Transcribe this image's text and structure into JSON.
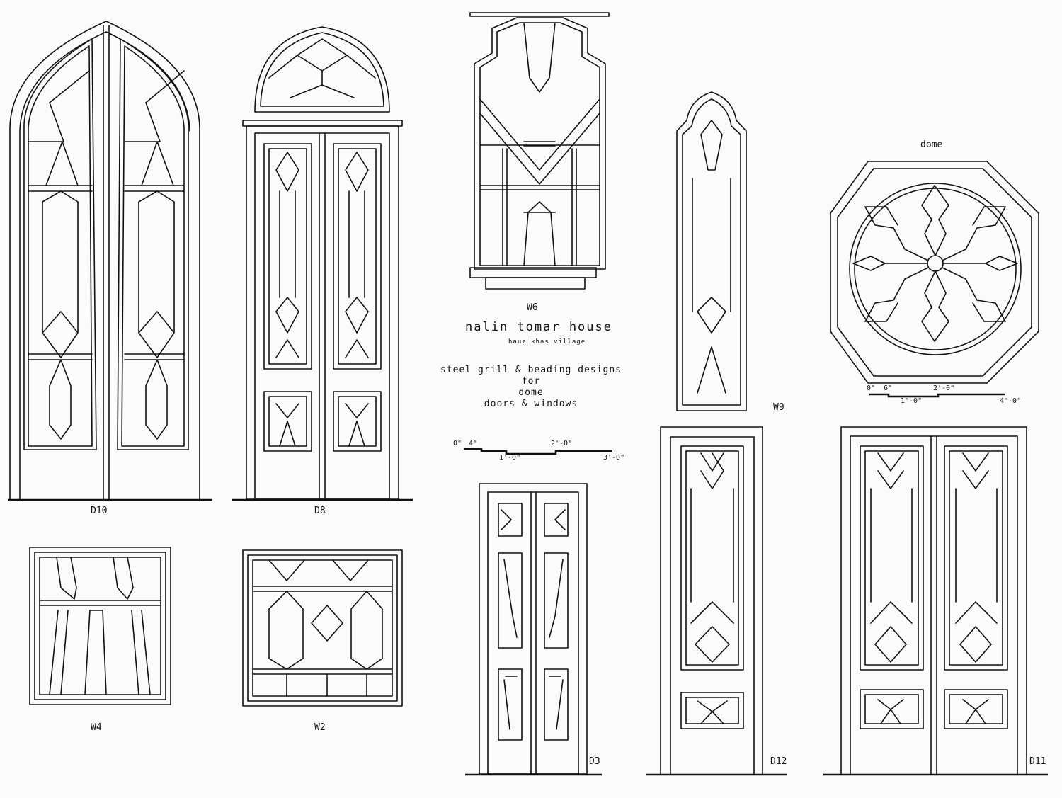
{
  "title_block": {
    "title": "nalin tomar house",
    "location": "hauz khas village",
    "desc_line1": "steel grill & beading designs",
    "desc_line2": "for",
    "desc_line3": "dome",
    "desc_line4": "doors & windows"
  },
  "labels": {
    "d10": "D10",
    "d8": "D8",
    "w6": "W6",
    "w9": "W9",
    "dome": "dome",
    "w4": "W4",
    "w2": "W2",
    "d3": "D3",
    "d12": "D12",
    "d11": "D11"
  },
  "scale_bar_1": {
    "t0": "0\"",
    "t1": "4\"",
    "t2": "1'-0\"",
    "t3": "2'-0\"",
    "t4": "3'-0\""
  },
  "scale_bar_2": {
    "t0": "0\"",
    "t1": "6\"",
    "t2": "1'-0\"",
    "t3": "2'-0\"",
    "t4": "4'-0\""
  }
}
